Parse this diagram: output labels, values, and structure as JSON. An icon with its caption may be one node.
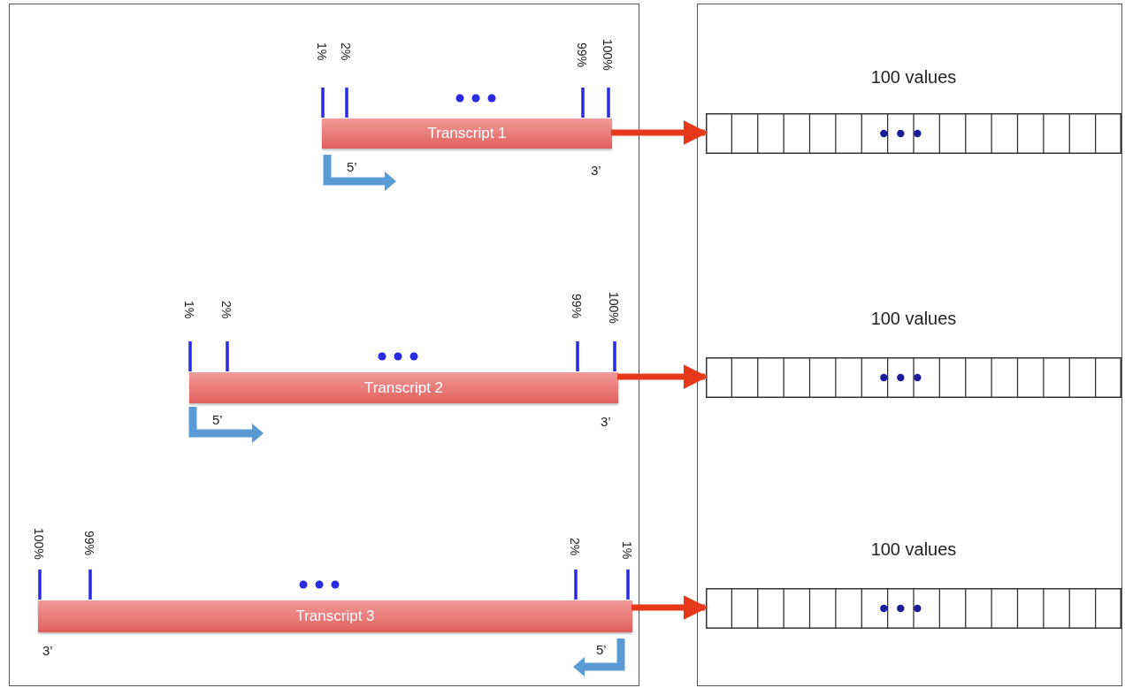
{
  "diagram": {
    "nodes": [
      {
        "text": [],
        "shape": "box"
      },
      {
        "text": [
          "Transcript 1"
        ],
        "in": 0
      },
      {
        "text": [
          "Transcript 2"
        ],
        "in": 0
      },
      {
        "text": [
          "Transcript 3"
        ],
        "in": 0
      },
      {
        "text": [],
        "shape": "box"
      },
      {
        "text": [
          "100 values"
        ],
        "in": 4
      },
      {
        "text": [
          "100 values"
        ],
        "in": 4
      },
      {
        "text": [
          "100 values"
        ],
        "in": 4
      }
    ],
    "edges": [
      {
        "from": 1,
        "to": 5,
        "arrow": "to"
      },
      {
        "from": 2,
        "to": 6,
        "arrow": "to"
      },
      {
        "from": 3,
        "to": 7,
        "arrow": "to"
      }
    ],
    "labels": [
      "1%",
      "2%",
      "99%",
      "100%",
      "5’",
      "3’",
      "1%",
      "2%",
      "99%",
      "100%",
      "5’",
      "3’",
      "100%",
      "99%",
      "2%",
      "1%",
      "3’",
      "5’"
    ]
  }
}
